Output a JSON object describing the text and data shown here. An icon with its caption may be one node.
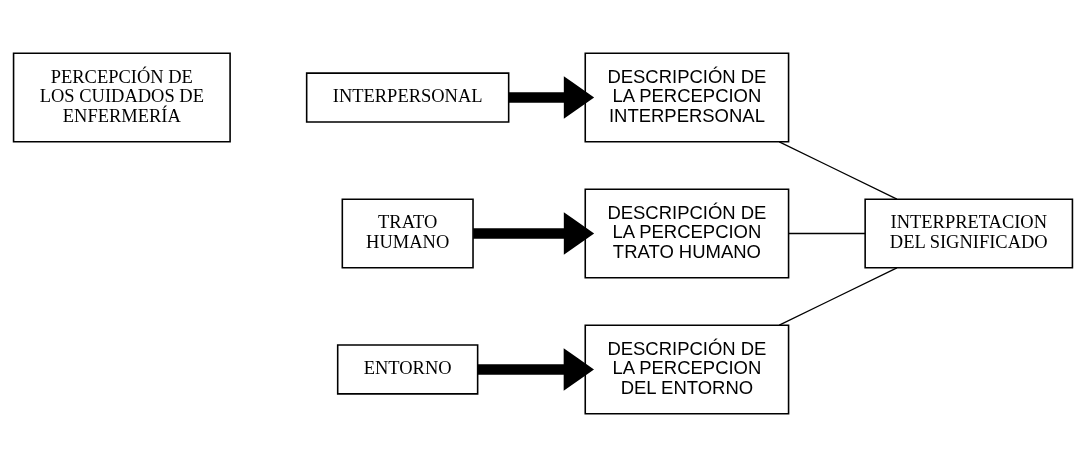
{
  "diagram": {
    "nodes": [
      {
        "text": [
          "PERCEPCIÓN DE LOS CUIDADOS DE ENFERMERÍA"
        ]
      },
      {
        "text": [
          "TRATO HUMANO"
        ]
      },
      {
        "text": [
          "INTERPERSONAL"
        ]
      },
      {
        "text": [
          "ENTORNO"
        ]
      },
      {
        "text": [
          "DESCRIPCIÓN DE LA PERCEPCION TRATO HUMANO"
        ]
      },
      {
        "text": [
          "DESCRIPCIÓN DE LA PERCEPCION INTERPERSONAL"
        ]
      },
      {
        "text": [
          "DESCRIPCIÓN DE LA PERCEPCION DEL ENTORNO"
        ]
      },
      {
        "text": [
          "INTERPRETACION DEL SIGNIFICADO"
        ]
      }
    ],
    "edges": [
      {
        "from": 1,
        "to": 4,
        "arrow": "to",
        "style": "thick"
      },
      {
        "from": 2,
        "to": 5,
        "arrow": "to",
        "style": "thick"
      },
      {
        "from": 3,
        "to": 6,
        "arrow": "to",
        "style": "thick"
      },
      {
        "from": 4,
        "to": 7,
        "arrow": "none"
      },
      {
        "from": 5,
        "to": 7,
        "arrow": "none"
      },
      {
        "from": 6,
        "to": 7,
        "arrow": "none"
      }
    ]
  }
}
